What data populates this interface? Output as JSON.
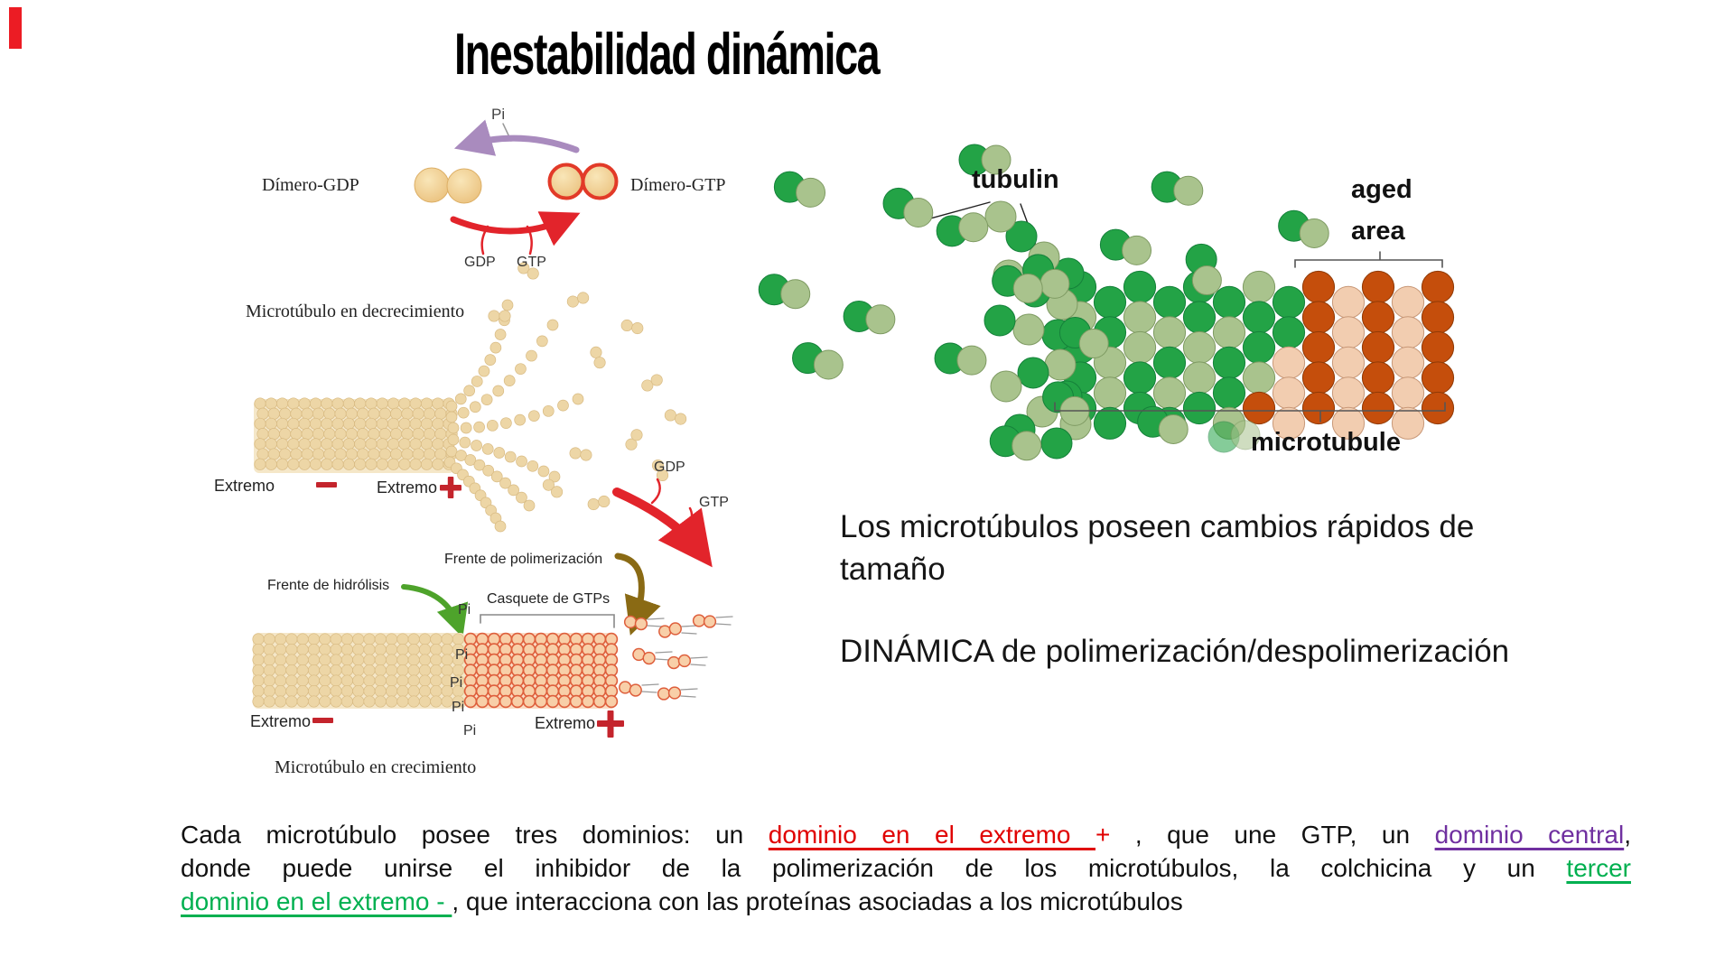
{
  "title": "Inestabilidad dinámica",
  "left_figure": {
    "pi": "Pi",
    "dimero_gdp": "Dímero-GDP",
    "dimero_gtp": "Dímero-GTP",
    "gdp": "GDP",
    "gtp": "GTP",
    "shrinking_caption": "Microtúbulo en decrecimiento",
    "growing_caption": "Microtúbulo en crecimiento",
    "extremo": "Extremo",
    "frente_polimerizacion": "Frente de polimerización",
    "frente_hidrolisis": "Frente de hidrólisis",
    "casquete": "Casquete de GTPs"
  },
  "right_figure": {
    "tubulin": "tubulin",
    "aged": "aged",
    "area": "area",
    "microtubule": "microtubule"
  },
  "body": {
    "statement1_line1": "Los microtúbulos poseen cambios rápidos de",
    "statement1_line2": "tamaño",
    "statement2": "DINÁMICA de polimerización/despolimerización"
  },
  "paragraph": {
    "lines": [
      {
        "justify": true,
        "segments": [
          {
            "text": "Cada microtúbulo posee tres dominios: un "
          },
          {
            "text": "dominio en el extremo ",
            "color": "#e00000",
            "underline": true
          },
          {
            "text": "+",
            "color": "#e00000"
          },
          {
            "text": " , que une GTP, un "
          },
          {
            "text": "dominio central",
            "color": "#7030a0",
            "underline": true
          },
          {
            "text": ","
          }
        ]
      },
      {
        "justify": true,
        "segments": [
          {
            "text": "donde puede unirse el inhibidor de la polimerización de los microtúbulos, la colchicina y un "
          },
          {
            "text": "tercer",
            "color": "#00b050",
            "underline": true
          }
        ]
      },
      {
        "justify": false,
        "segments": [
          {
            "text": "dominio en el extremo - ",
            "color": "#00b050",
            "underline": true
          },
          {
            "text": ", que interacciona con las proteínas asociadas a los microtúbulos"
          }
        ]
      }
    ]
  },
  "palette": {
    "red_accent_bar": "#EC1C24",
    "tan_bead": "#EDD6A6",
    "tan_bead_stroke": "#D8BA82",
    "tan_bg": "#F5E7C8",
    "cap_bead": "#F8CFA8",
    "cap_stroke": "#DE5F3C",
    "cap_bg": "#FBDCC4",
    "ring_red": "#E23A28",
    "purple_arrow": "#A98BBE",
    "red_arrow": "#E2242B",
    "olive_arrow": "#8A6A14",
    "green_arrow": "#4EA32B",
    "dark_green": "#23A346",
    "light_green": "#A9C38D",
    "dark_orange": "#C54E0C",
    "peach": "#F2CDB0",
    "minus_plus_red": "#C4242C",
    "text_red": "#e00000",
    "text_purple": "#7030a0",
    "text_green": "#00b050"
  }
}
